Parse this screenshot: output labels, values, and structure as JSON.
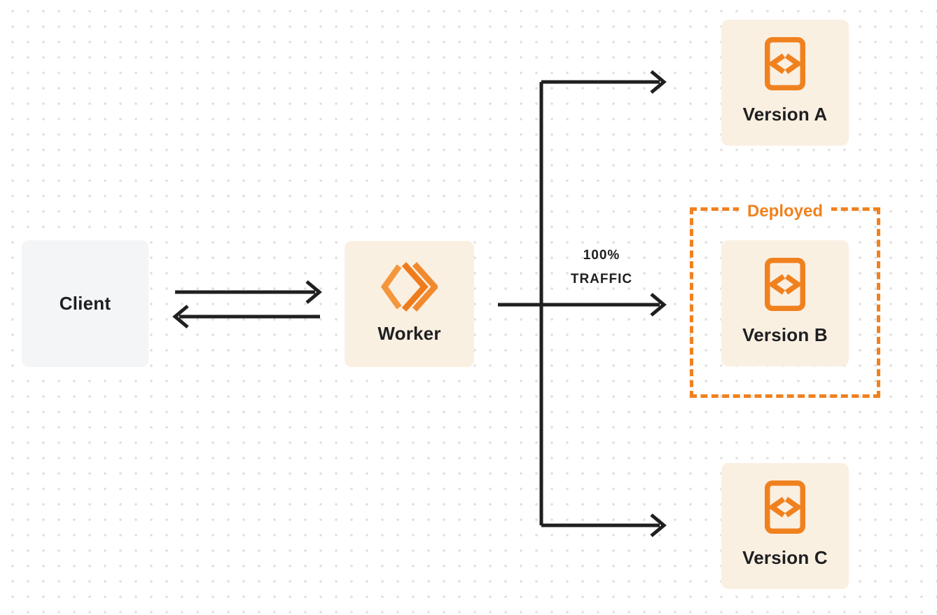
{
  "nodes": {
    "client": {
      "label": "Client"
    },
    "worker": {
      "label": "Worker"
    },
    "version_a": {
      "label": "Version A"
    },
    "version_b": {
      "label": "Version B"
    },
    "version_c": {
      "label": "Version C"
    }
  },
  "annotations": {
    "deployed_label": "Deployed",
    "traffic_percent": "100%",
    "traffic_word": "TRAFFIC"
  },
  "icons": {
    "worker_logo": "cloudflare-workers-logo",
    "version_icon": "code-file-icon"
  },
  "colors": {
    "accent_orange": "#F0811F",
    "node_bg_cream": "#FAF0E2",
    "node_bg_gray": "#F4F5F6",
    "connector_black": "#1F1F1F",
    "text_dark": "#1E1F21",
    "grid_dot": "#DEDEDE",
    "canvas_bg": "#FFFFFF"
  }
}
